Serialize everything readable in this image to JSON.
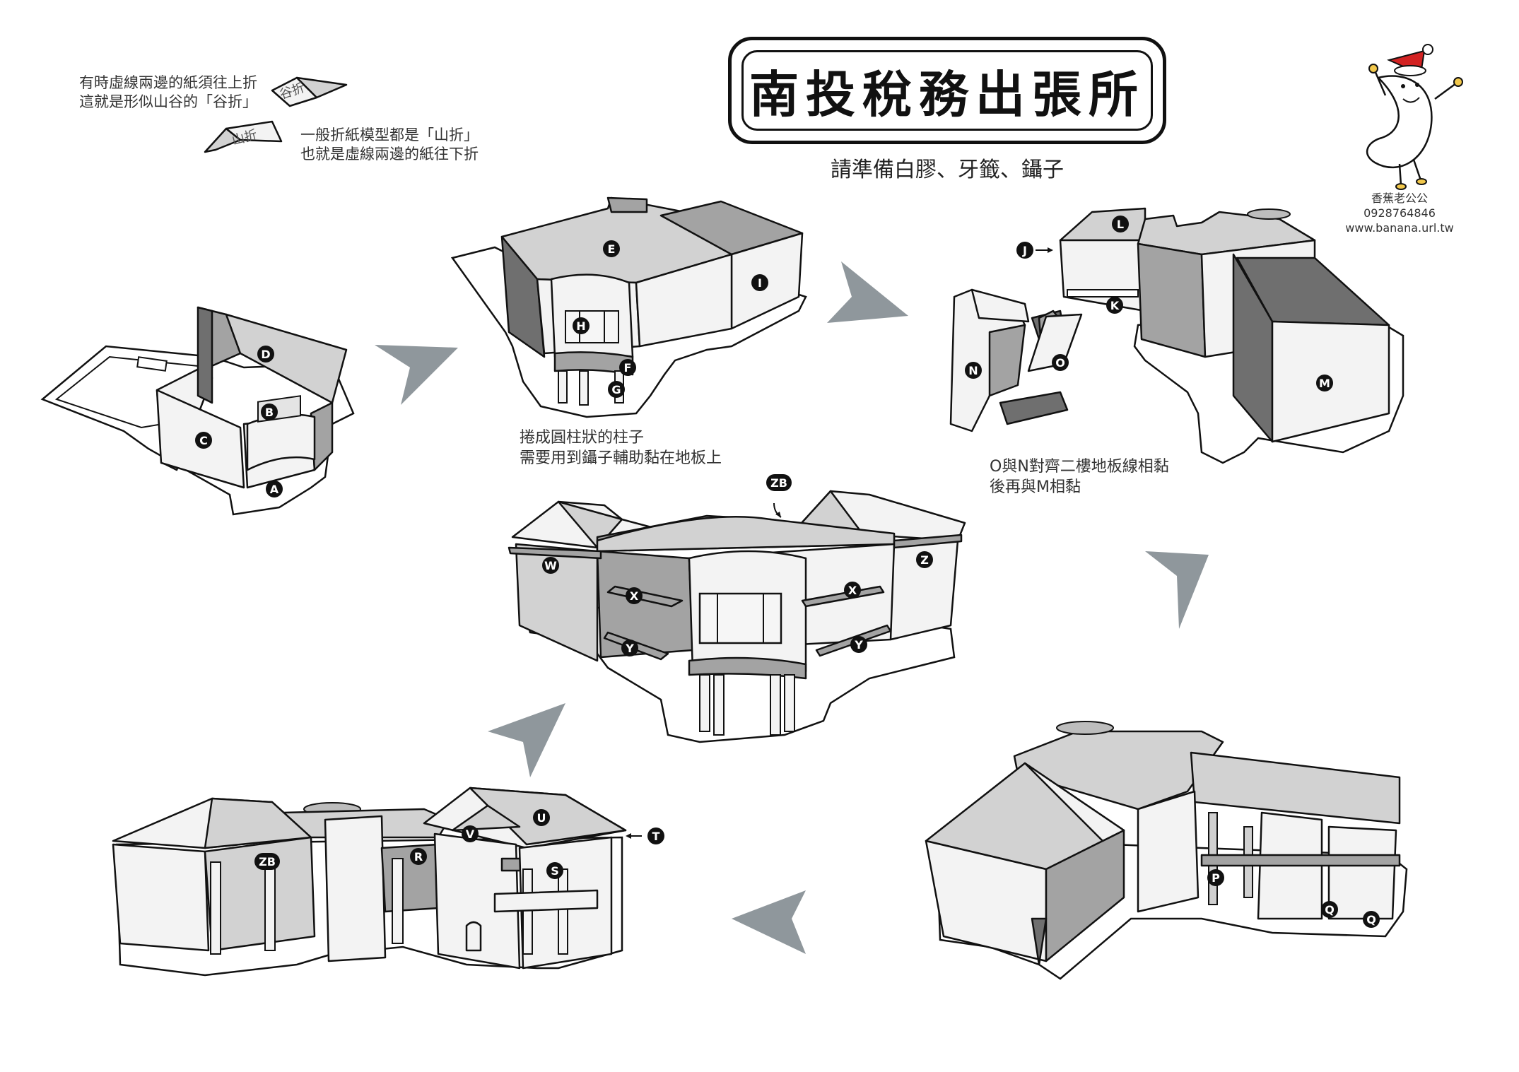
{
  "title": "南投稅務出張所",
  "subtitle": "請準備白膠、牙籤、鑷子",
  "fold_notes": {
    "valley_line1": "有時虛線兩邊的紙須往上折",
    "valley_line2": "這就是形似山谷的「谷折」",
    "valley_tag": "谷折",
    "mountain_tag": "山折",
    "mountain_line1": "一般折紙模型都是「山折」",
    "mountain_line2": "也就是虛線兩邊的紙往下折"
  },
  "credit": {
    "name": "香蕉老公公",
    "phone": "0928764846",
    "website": "www.banana.url.tw"
  },
  "step_notes": {
    "step2_line1": "捲成圓柱狀的柱子",
    "step2_line2": "需要用到鑷子輔助黏在地板上",
    "step3_line1": "O與N對齊二樓地板線相黏",
    "step3_line2": "後再與M相黏"
  },
  "labels": {
    "A": "A",
    "B": "B",
    "C": "C",
    "D": "D",
    "E": "E",
    "F": "F",
    "G": "G",
    "H": "H",
    "I": "I",
    "J": "J",
    "K": "K",
    "L": "L",
    "M": "M",
    "N": "N",
    "O": "O",
    "P": "P",
    "Q": "Q",
    "R": "R",
    "S": "S",
    "T": "T",
    "U": "U",
    "V": "V",
    "W": "W",
    "X": "X",
    "Y": "Y",
    "Z": "Z",
    "ZB": "ZB"
  },
  "colors": {
    "outline": "#111111",
    "wall_light": "#f2f2f2",
    "wall_mid": "#cfcfcf",
    "wall_dark": "#9a9a9a",
    "wall_darker": "#6e6e6e",
    "arrow": "#8f979c",
    "label_bg": "#111111"
  }
}
